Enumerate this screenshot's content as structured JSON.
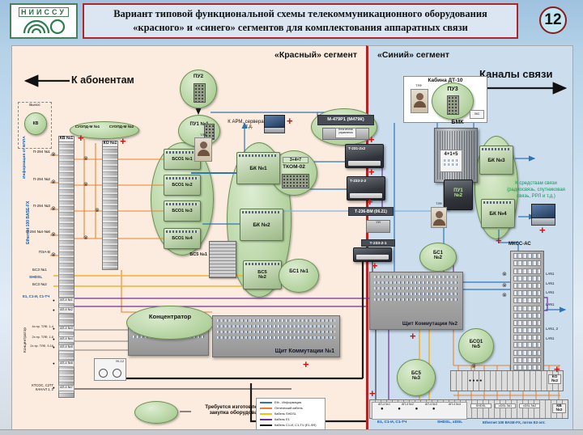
{
  "header": {
    "logo_text": "НИИССУ",
    "title_line1": "Вариант типовой функциональной схемы телекоммуникационного оборудования",
    "title_line2": "«красного» и «синего» сегментов для комплектования аппаратных связи",
    "slide_number": "12"
  },
  "symbols": {
    "plus": "+",
    "oplug": "⊗",
    "dot": "●",
    "dots4": "● ● ● ●"
  },
  "red_segment": {
    "label": "«Красный» сегмент",
    "to_subscribers": "К абонентам",
    "vynos_label": "Вынос",
    "kv_remote": "КВ",
    "suopd_1": "СУОПД-М №1",
    "suopd_2": "СУОПД-М №2",
    "kv1": "КВ №1",
    "ko1": "КО №1",
    "info_bpla": "Информация от БПЛА",
    "ethernet_label": "Ethernet 100 BASE-FX",
    "line_labels": [
      "П-294 №1",
      "П-294 №2",
      "П-294 №3",
      "П-294 №4-№6",
      "ПЭА-В"
    ],
    "bsz1": "БСЗ №1",
    "shdsl_label": "SHDSL",
    "bsz2": "БСЗ №2",
    "e1_label": "Е1, С1-И, С1-ТЧ",
    "ap4_ports": [
      "АП-4 №1",
      "АП-4 №2",
      "АП-4 №3",
      "АП-4 №4",
      "АП-4 №5",
      "АП-4 №6",
      "АП-4 №7"
    ],
    "concentrator_side": "Концентратор",
    "tlf_lines": [
      "4х пр. ТЛФ, 1-4",
      "2х пр. ТЛФ, 1-8",
      "2х пр. ТЛФ, 9-16"
    ],
    "ktsos_label": "КТСОС, С2ТГ КАНАЛ 1, 2",
    "uk12": "УК-12",
    "bso1_units": [
      "БСО1 №1",
      "БСО1 №2",
      "БСО1 №3",
      "БСО1 №4"
    ],
    "pu2": "ПУ2",
    "pu1_1": "ПУ1 №1",
    "tlf": "ТЛФ",
    "to_arm": "К АРМ, серверам и т.д.",
    "tkom_formula": "3+4=7",
    "tkom": "ТКОМ-02",
    "bk1": "БК №1",
    "bk2": "БК №2",
    "bs5_2": "БС5 №2",
    "bs5_1": "БС5 №1",
    "bs1_1": "БС1 №1",
    "m479": "М-479Р1 (М479К)",
    "m479_control": "Блок кнопок управления",
    "t231": "Т-231-2х2",
    "t233_2_2": "Т-233-2-2",
    "t236": "Т-236-ВМ (06.21)",
    "ui_box": "УИ",
    "t233_2_1": "Т-233-2-1",
    "concentrator": "Концентратор",
    "shield1": "Щит Коммутации №1"
  },
  "blue_segment": {
    "label": "«Синий» сегмент",
    "channels": "Каналы связи",
    "cabin": "Кабина ДТ-10",
    "tlf": "ТЛФ",
    "pu3": "ПУ3",
    "lks": "ЛКС",
    "bmk": "БМК",
    "bmk_formula": "4+1+5",
    "pu1_2": "ПУ1 №2",
    "tlf2": "ТЛФ",
    "bk3": "БК №3",
    "bk4": "БК №4",
    "to_comm_1": "К средствам связи",
    "to_comm_2": "(радиосвязь, спутниковая",
    "to_comm_3": "связь, РРЛ и т.д.)",
    "bs1_2": "БС1 №2",
    "shield2": "Щит Коммутации №2",
    "mkss": "МКСС-АС",
    "lan_labels": [
      "LAN1",
      "LAN1",
      "LAN1",
      "LAN1",
      "LAN1, 2",
      "LAN1"
    ],
    "bso1_5": "БСО1 №5",
    "bs5_3": "БС5 №3",
    "ko2": "КО №2",
    "kv2": "КВ №2",
    "kv2_ports": [
      "АП-4 №1",
      "АП-4 №2",
      "АП-4 №3",
      "АП-4 №4"
    ],
    "kv2_shdsl": "SHDSL",
    "kv2_xdsl1": "xDSL №1",
    "kv2_xdsl2": "xDSL №2",
    "bottom_e1": "Е1, С1-И, С1-ТЧ",
    "bottom_shdsl": "SHDSL, xDSL",
    "bottom_eth": "Ethernet 100 BASE-FX, поток Е3 опт."
  },
  "legend": {
    "note_1": "Требуется изготовление и",
    "note_2": "закупка оборудования",
    "items": [
      {
        "label": "Eth - Информация",
        "color": "#2e75b6"
      },
      {
        "label": "Оптический кабель",
        "color": "#ed7d31"
      },
      {
        "label": "Кабель SHDSL",
        "color": "#ffc000"
      },
      {
        "label": "Кабель Е1",
        "color": "#7030a0"
      },
      {
        "label": "Кабель С1-И, С1-ТЧ (Е1-ФЛ)",
        "color": "#1a1a1a"
      }
    ]
  },
  "colors": {
    "red_panel": "#fcecdf",
    "blue_panel": "#ccdded",
    "divider_red": "#b02525",
    "ellipse_green": "#b2d19d",
    "plus_red": "#cc1111"
  }
}
